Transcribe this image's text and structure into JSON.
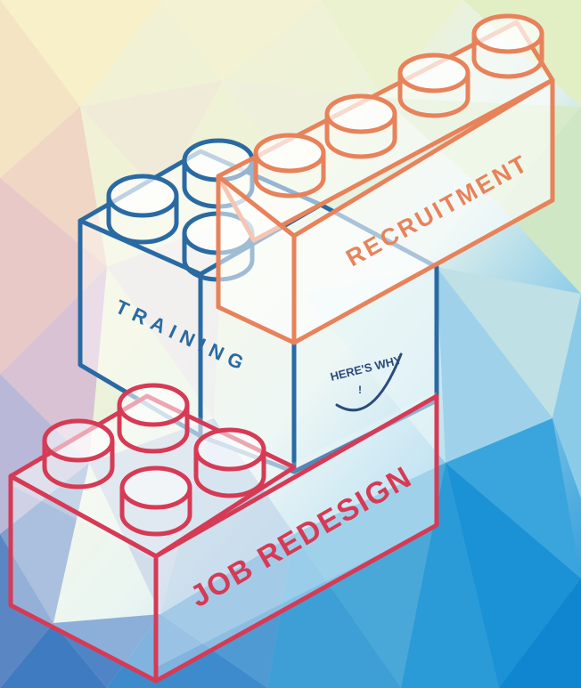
{
  "labels": {
    "recruitment": "RECRUITMENT",
    "training": "TRAINING",
    "job_redesign": "JOB REDESIGN",
    "heres_why": "HERE'S WHY",
    "exclamation": "!"
  },
  "colors": {
    "recruitment_brick": "#e8825a",
    "training_brick": "#2a6aa3",
    "job_redesign_brick": "#d63a55",
    "smile": "#2c4a7a"
  },
  "icons": {
    "smile": "smile-icon"
  }
}
